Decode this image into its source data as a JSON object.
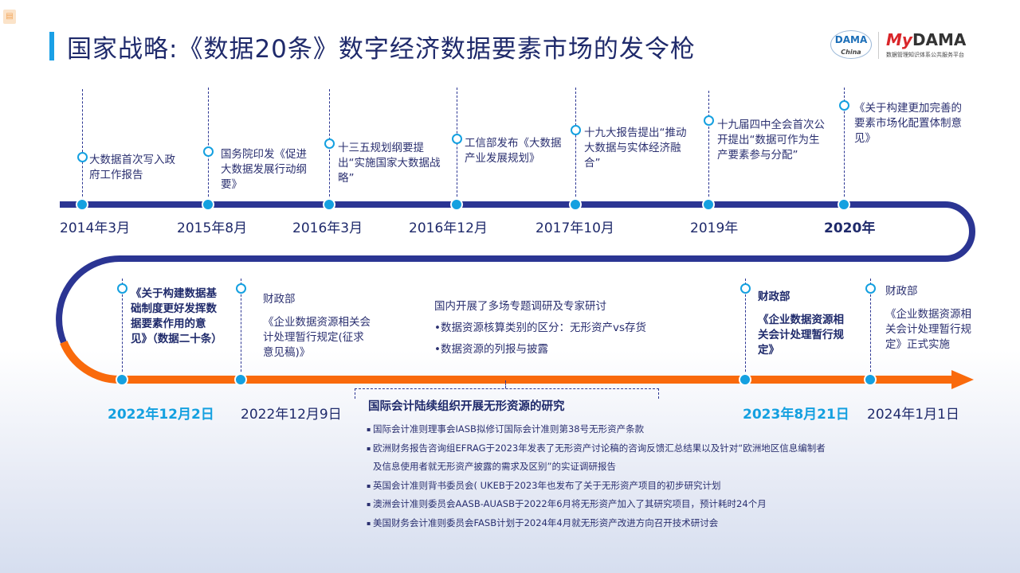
{
  "title": "国家战略:《数据20条》数字经济数据要素市场的发令枪",
  "logos": {
    "dama": "DAMA China",
    "mydama_prefix": "My",
    "mydama": "DAMA",
    "mydama_sub": "数据管理知识体系公共服务平台"
  },
  "colors": {
    "navy": "#2b3593",
    "orange": "#f96a0c",
    "accent": "#14a0e0"
  },
  "top_events": [
    {
      "date": "2014年3月",
      "text": "大数据首次写入政府工作报告"
    },
    {
      "date": "2015年8月",
      "text": "国务院印发《促进大数据发展行动纲要》"
    },
    {
      "date": "2016年3月",
      "text": "十三五规划纲要提出“实施国家大数据战略”"
    },
    {
      "date": "2016年12月",
      "text": "工信部发布《大数据产业发展规划》"
    },
    {
      "date": "2017年10月",
      "text": "十九大报告提出“推动大数据与实体经济融合”"
    },
    {
      "date": "2019年",
      "text": "十九届四中全会首次公开提出“数据可作为生产要素参与分配”"
    },
    {
      "date": "2020年",
      "text": "《关于构建更加完善的要素市场化配置体制意见》"
    }
  ],
  "bottom_events": [
    {
      "date": "2022年12月2日",
      "text": "《关于构建数据基础制度更好发挥数据要素作用的意见》（数据二十条）"
    },
    {
      "date": "2022年12月9日",
      "org": "财政部",
      "text": "《企业数据资源相关会计处理暂行规定(征求意见稿)》"
    },
    {
      "date": "2023年8月21日",
      "org": "财政部",
      "text": "《企业数据资源相关会计处理暂行规定》"
    },
    {
      "date": "2024年1月1日",
      "org": "财政部",
      "text": "《企业数据资源相关会计处理暂行规定》正式实施"
    }
  ],
  "domestic": {
    "heading": "国内开展了多场专题调研及专家研讨",
    "items": [
      "•数据资源核算类别的区分：无形资产vs存货",
      "•数据资源的列报与披露"
    ]
  },
  "international": {
    "title": "国际会计陆续组织开展无形资源的研究",
    "items": [
      "国际会计准则理事会IASB拟修订国际会计准则第38号无形资产条款",
      "欧洲财务报告咨询组EFRAG于2023年发表了无形资产讨论稿的咨询反馈汇总结果以及针对“欧洲地区信息编制者及信息使用者就无形资产披露的需求及区别”的实证调研报告",
      "英国会计准则背书委员会( UKEB于2023年也发布了关于无形资产项目的初步研究计划",
      "澳洲会计准则委员会AASB-AUASB于2022年6月将无形资产加入了其研究项目，预计耗时24个月",
      "美国财务会计准则委员会FASB计划于2024年4月就无形资产改进方向召开技术研讨会"
    ]
  }
}
